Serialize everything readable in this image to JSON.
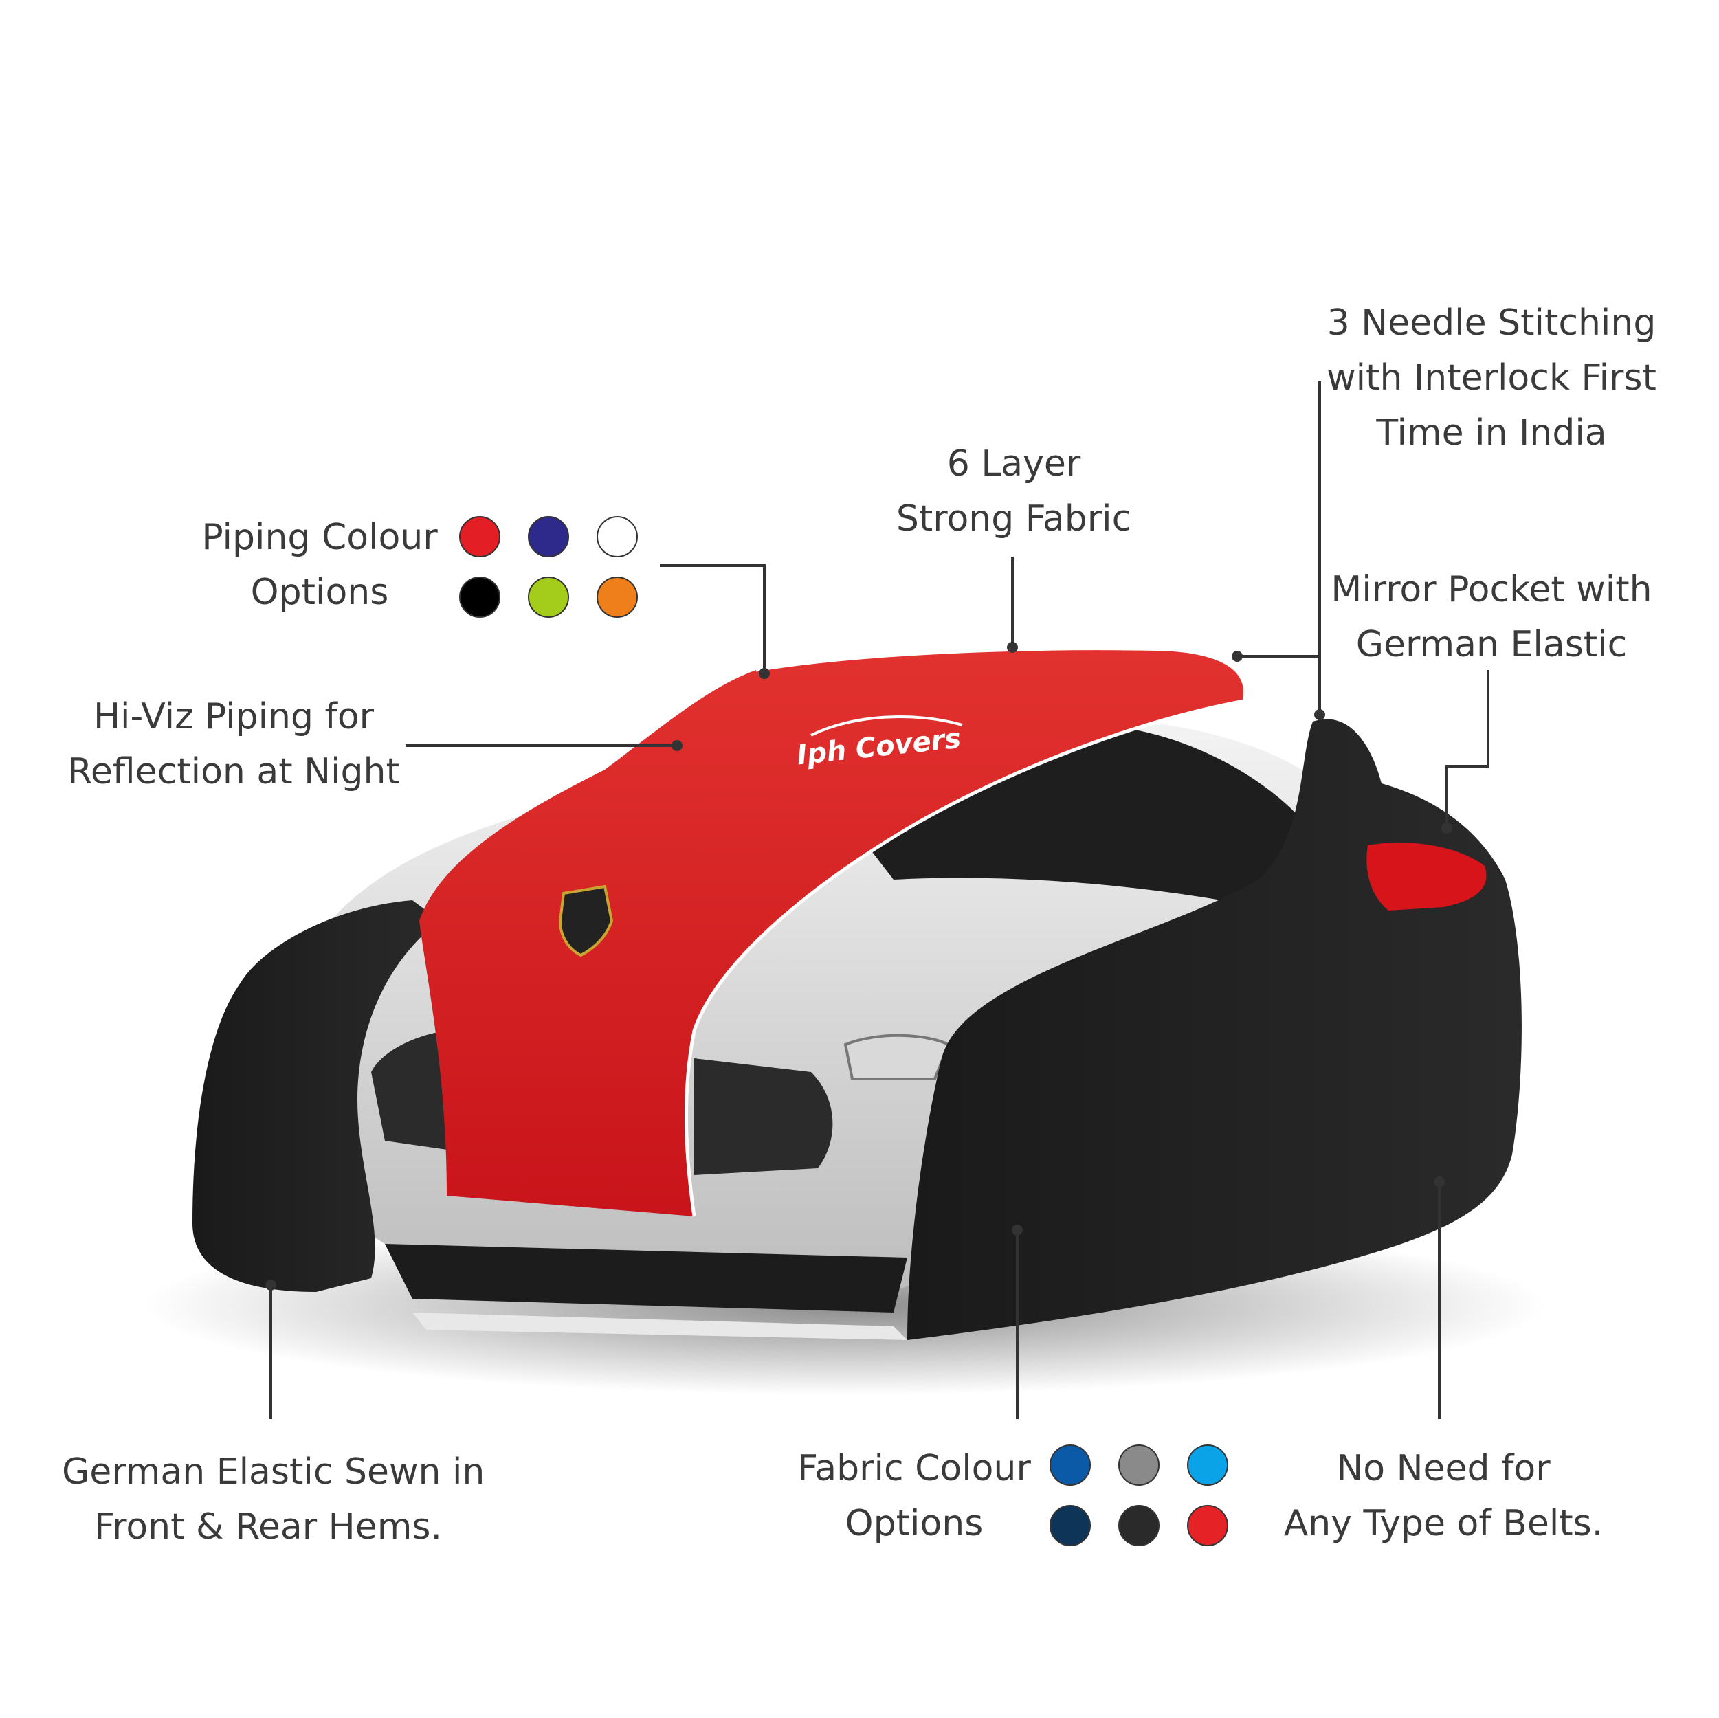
{
  "callouts": {
    "needle": {
      "lines": [
        "3 Needle Stitching",
        "with Interlock First",
        "Time in India"
      ]
    },
    "layer": {
      "lines": [
        "6 Layer",
        "Strong Fabric"
      ]
    },
    "piping": {
      "lines": [
        "Piping Colour",
        "Options"
      ]
    },
    "mirror": {
      "lines": [
        "Mirror Pocket with",
        "German Elastic"
      ]
    },
    "hiviz": {
      "lines": [
        "Hi-Viz Piping for",
        "Reflection at Night"
      ]
    },
    "elastic": {
      "lines": [
        "German Elastic Sewn in",
        "Front & Rear Hems."
      ]
    },
    "fabric": {
      "lines": [
        "Fabric Colour",
        "Options"
      ]
    },
    "belts": {
      "lines": [
        "No Need for",
        "Any Type of Belts."
      ]
    }
  },
  "piping_colors": [
    "#e31e24",
    "#2e2a8c",
    "#ffffff",
    "#000000",
    "#a4cc1a",
    "#ef7f1a"
  ],
  "fabric_colors": [
    "#0b5aa8",
    "#8a8a8a",
    "#0aa3e8",
    "#0e3558",
    "#2a2a2a",
    "#e52226"
  ],
  "brand": {
    "name": "Iph Covers"
  }
}
